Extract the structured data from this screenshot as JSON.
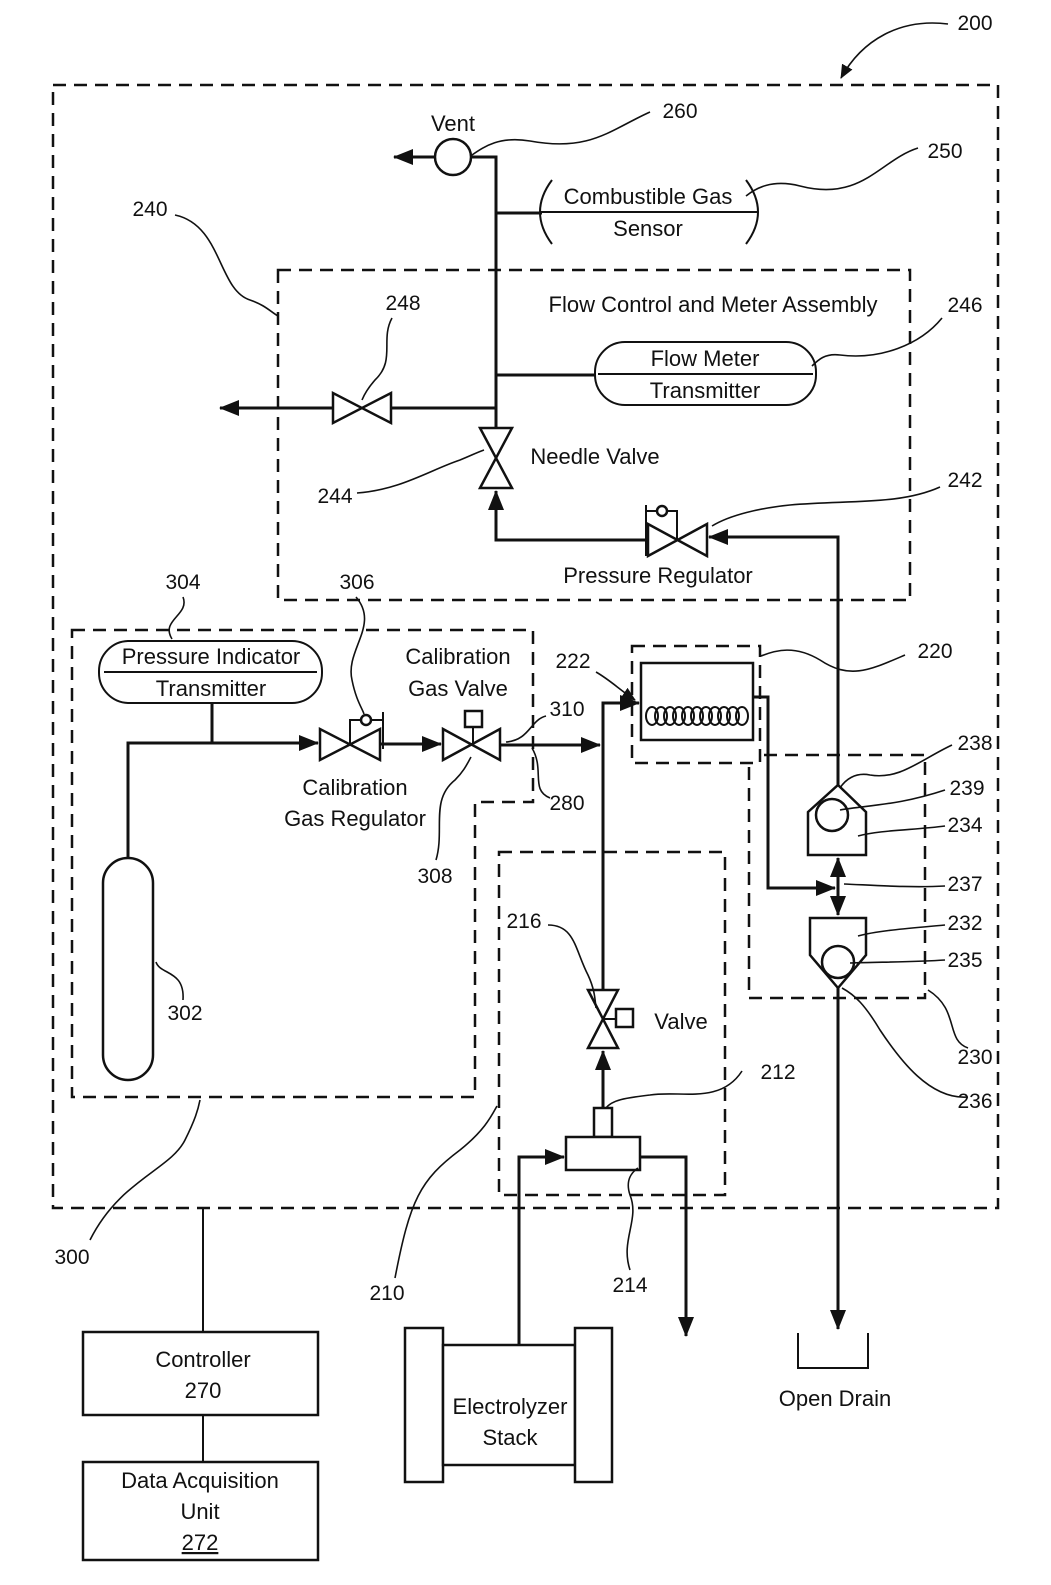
{
  "system": {
    "ref": "200"
  },
  "vent": {
    "label": "Vent",
    "ref": "260"
  },
  "combustible_gas_sensor": {
    "line1": "Combustible Gas",
    "line2": "Sensor",
    "ref": "250"
  },
  "flow_control_assembly": {
    "title": "Flow Control and Meter Assembly",
    "ref": "240"
  },
  "valve_248": {
    "ref": "248"
  },
  "flow_meter_transmitter": {
    "line1": "Flow Meter",
    "line2": "Transmitter",
    "ref": "246"
  },
  "needle_valve": {
    "label": "Needle Valve",
    "ref": "244"
  },
  "pressure_regulator": {
    "label": "Pressure Regulator",
    "ref": "242"
  },
  "assembly_300": {
    "ref": "300"
  },
  "pressure_indicator_transmitter": {
    "line1": "Pressure Indicator",
    "line2": "Transmitter",
    "ref": "304"
  },
  "calibration_gas_regulator": {
    "line1": "Calibration",
    "line2": "Gas Regulator",
    "ref": "306"
  },
  "calibration_gas_valve": {
    "line1": "Calibration",
    "line2": "Gas Valve",
    "ref": "308"
  },
  "line_310": {
    "ref": "310"
  },
  "cylinder_302": {
    "ref": "302"
  },
  "line_280": {
    "ref": "280"
  },
  "assembly_220": {
    "ref": "220",
    "inlet_ref": "222"
  },
  "assembly_230": {
    "ref": "230",
    "upper_ref": "234",
    "upper_ball_ref": "239",
    "upper_top_ref": "238",
    "lower_ref": "232",
    "lower_ball_ref": "235",
    "lower_bottom_ref": "236",
    "link_ref": "237"
  },
  "assembly_210": {
    "ref": "210",
    "valve_label": "Valve",
    "valve_ref": "216",
    "tee_ref": "212",
    "outlet_ref": "214"
  },
  "electrolyzer_stack": {
    "line1": "Electrolyzer",
    "line2": "Stack"
  },
  "open_drain": {
    "label": "Open Drain"
  },
  "controller": {
    "label": "Controller",
    "ref": "270"
  },
  "data_acquisition_unit": {
    "line1": "Data Acquisition",
    "line2": "Unit",
    "ref": "272"
  }
}
